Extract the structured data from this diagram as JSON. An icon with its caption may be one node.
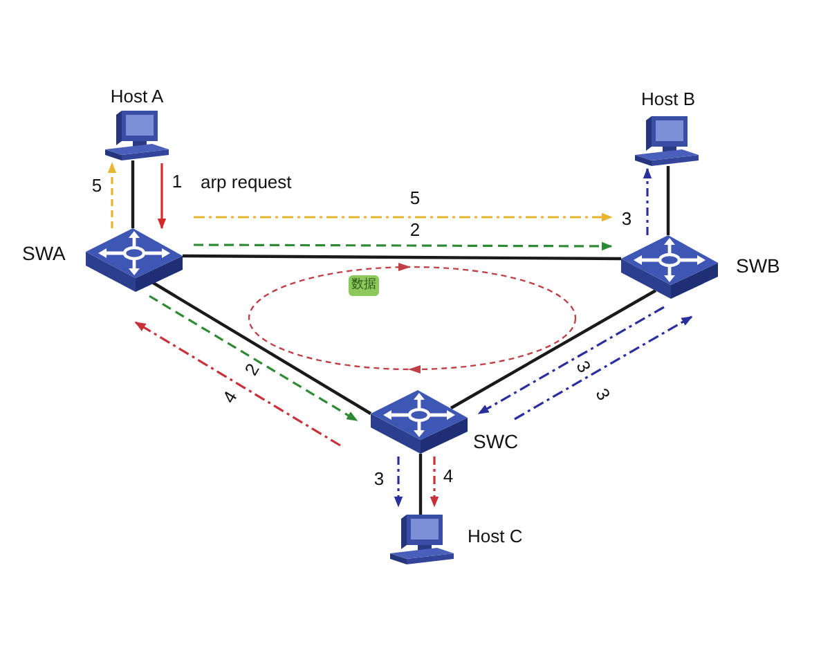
{
  "diagram": {
    "nodes": [
      {
        "text": [
          "Host A"
        ]
      },
      {
        "text": [
          "Host B"
        ]
      },
      {
        "text": [
          "SWA"
        ]
      },
      {
        "text": [
          "SWB"
        ]
      },
      {
        "text": [
          "SWC"
        ]
      },
      {
        "text": [
          "Host C"
        ]
      },
      {
        "text": [
          "数据"
        ]
      }
    ],
    "edges": [
      {
        "from": 0,
        "to": 2,
        "arrow": "none"
      },
      {
        "from": 1,
        "to": 3,
        "arrow": "none"
      },
      {
        "from": 2,
        "to": 3,
        "arrow": "none"
      },
      {
        "from": 2,
        "to": 4,
        "arrow": "none"
      },
      {
        "from": 3,
        "to": 4,
        "arrow": "none"
      },
      {
        "from": 4,
        "to": 5,
        "arrow": "none"
      },
      {
        "from": 0,
        "to": 2,
        "arrow": "to",
        "label": "1",
        "color": "#d62a2a"
      },
      {
        "from": 2,
        "to": 0,
        "arrow": "to",
        "label": "5",
        "style": "dashed",
        "color": "#e8b530"
      },
      {
        "from": 2,
        "to": 3,
        "arrow": "to",
        "label": "5",
        "style": "dashed",
        "color": "#e8b530"
      },
      {
        "from": 2,
        "to": 3,
        "arrow": "to",
        "label": "2",
        "style": "dashed",
        "color": "#2e8a34"
      },
      {
        "from": 3,
        "to": 1,
        "arrow": "to",
        "label": "3",
        "style": "dashed",
        "color": "#2b2f9e"
      },
      {
        "from": 2,
        "to": 4,
        "arrow": "to",
        "label": "2",
        "style": "dashed",
        "color": "#2e8a34"
      },
      {
        "from": 4,
        "to": 2,
        "arrow": "to",
        "label": "4",
        "style": "dashed",
        "color": "#c8303a"
      },
      {
        "from": 3,
        "to": 4,
        "arrow": "to",
        "label": "3",
        "style": "dashed",
        "color": "#2b2f9e"
      },
      {
        "from": 4,
        "to": 3,
        "arrow": "to",
        "label": "3",
        "style": "dashed",
        "color": "#2b2f9e"
      },
      {
        "from": 4,
        "to": 5,
        "arrow": "to",
        "label": "3",
        "style": "dashed",
        "color": "#2b2f9e"
      },
      {
        "from": 4,
        "to": 5,
        "arrow": "to",
        "label": "4",
        "style": "dashed",
        "color": "#c8303a"
      }
    ],
    "labels": [
      "arp request"
    ]
  }
}
